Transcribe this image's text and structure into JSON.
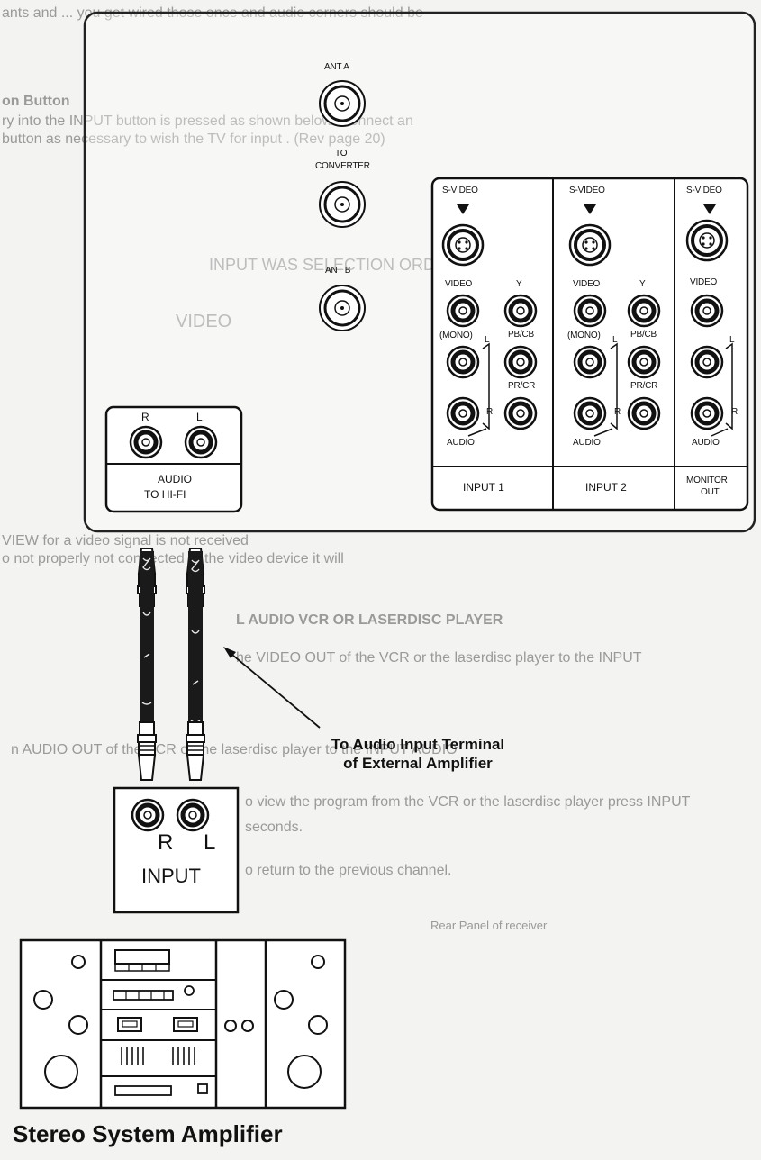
{
  "background_text": {
    "line1": "ants and ... you get wired those once and audio corners should be",
    "line2": "on Button",
    "line3": "ry into the INPUT button is pressed as shown below. Connect an",
    "line4": "button as necessary to wish the TV for input . (Rev page 20)",
    "faint_heading": "INPUT WAS SELECTION ORDER",
    "faint_box": "VIDEO",
    "line5": "VIEW for a video signal is not received",
    "line6": "o not properly not connected to the video device it will",
    "heading2": "L AUDIO VCR OR LASERDISC PLAYER",
    "line7": "he VIDEO OUT of the VCR or the laserdisc player to the INPUT",
    "line8": "n AUDIO OUT of the VCR or the laserdisc player to the INPUT AUDIO",
    "line9": "o view the program from the VCR or the laserdisc player press INPUT",
    "line10": "seconds.",
    "line11": "o return to the previous channel.",
    "line12": "Rear Panel of receiver"
  },
  "antenna": {
    "ant_a": "ANT A",
    "to": "TO",
    "converter": "CONVERTER",
    "ant_b": "ANT B"
  },
  "panel": {
    "svideo": "S-VIDEO",
    "video": "VIDEO",
    "mono": "(MONO)",
    "y": "Y",
    "pb_cb_1": "PB/CB",
    "pr_cr_1": "PR/CR",
    "l": "L",
    "r": "R",
    "audio": "AUDIO",
    "input1": "INPUT 1",
    "input2": "INPUT 2",
    "monitor": "MONITOR",
    "out": "OUT"
  },
  "hifi": {
    "r": "R",
    "l": "L",
    "audio": "AUDIO",
    "to_hifi": "TO HI-FI"
  },
  "callout": {
    "line1": "To Audio Input Terminal",
    "line2": "of External Amplifier"
  },
  "amp_input": {
    "r": "R",
    "l": "L",
    "input": "INPUT"
  },
  "amplifier": {
    "title": "Stereo System Amplifier"
  }
}
